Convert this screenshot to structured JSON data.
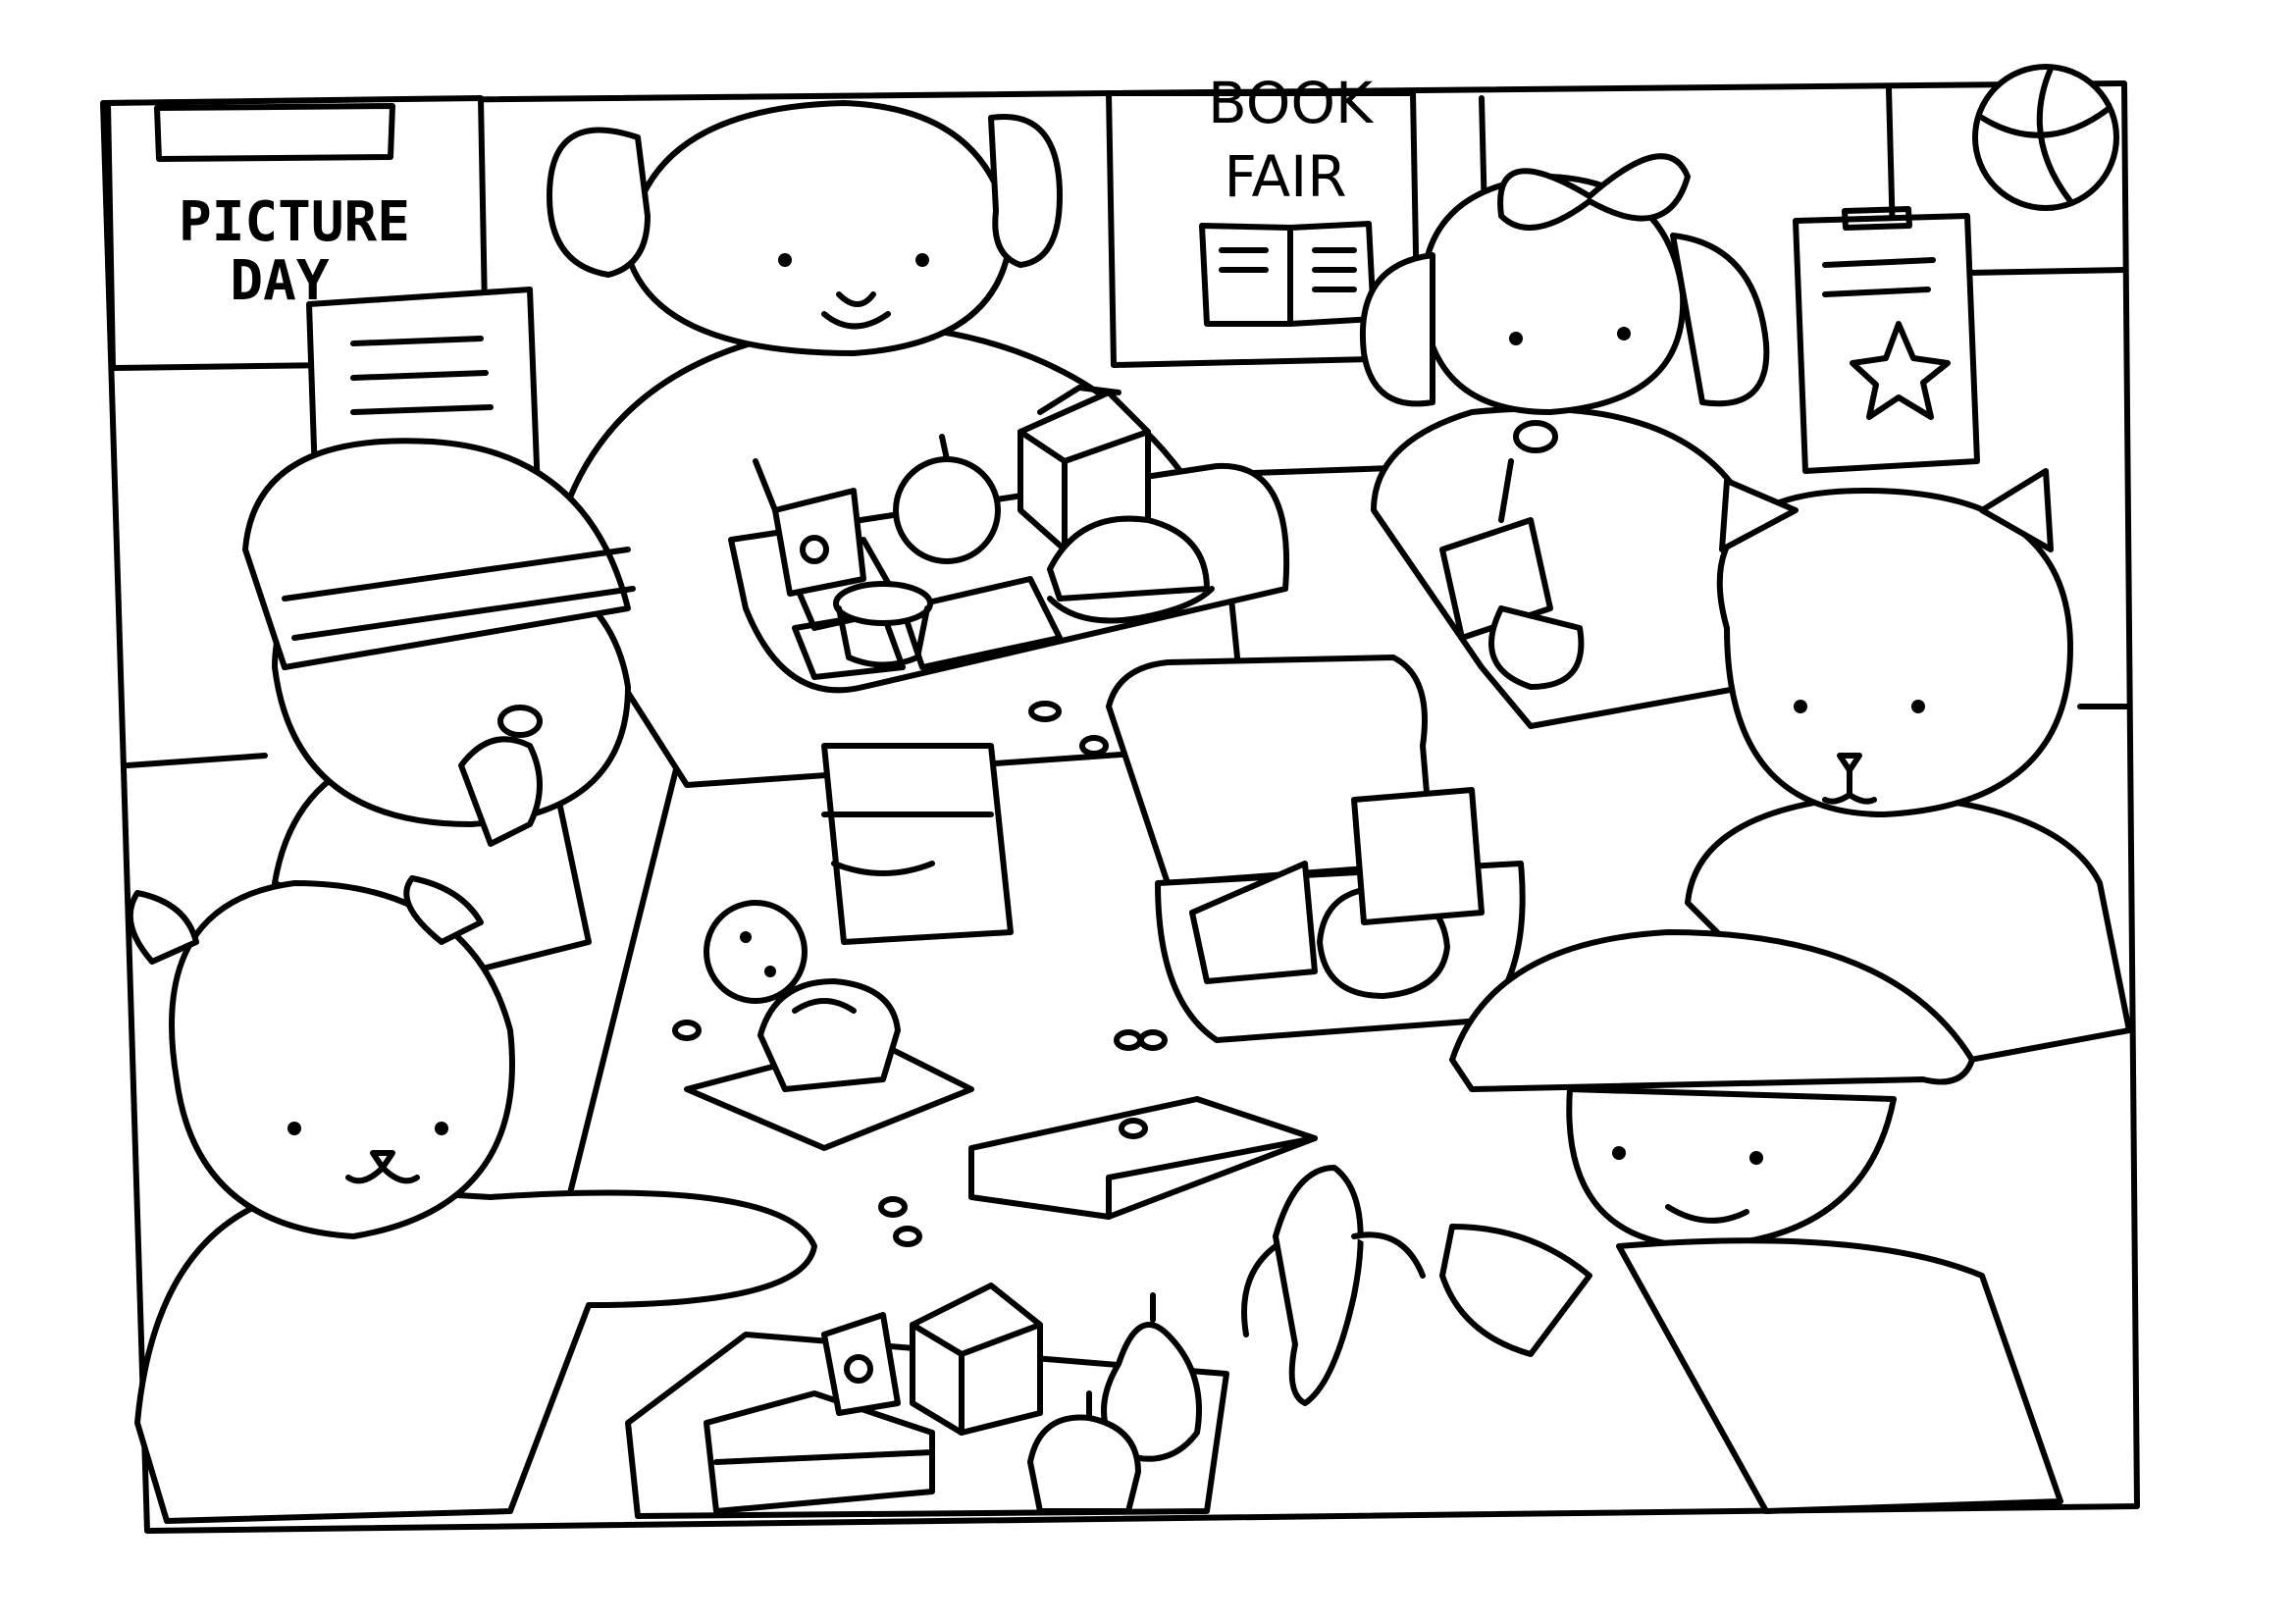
{
  "posters": {
    "picture_day": {
      "line1": "PICTURE",
      "line2": "DAY"
    },
    "book_fair": {
      "line1": "BOOK",
      "line2": "FAIR"
    }
  },
  "scene": {
    "style": "coloring-page line art",
    "colors": {
      "ink": "#000000",
      "paper": "#ffffff"
    }
  }
}
